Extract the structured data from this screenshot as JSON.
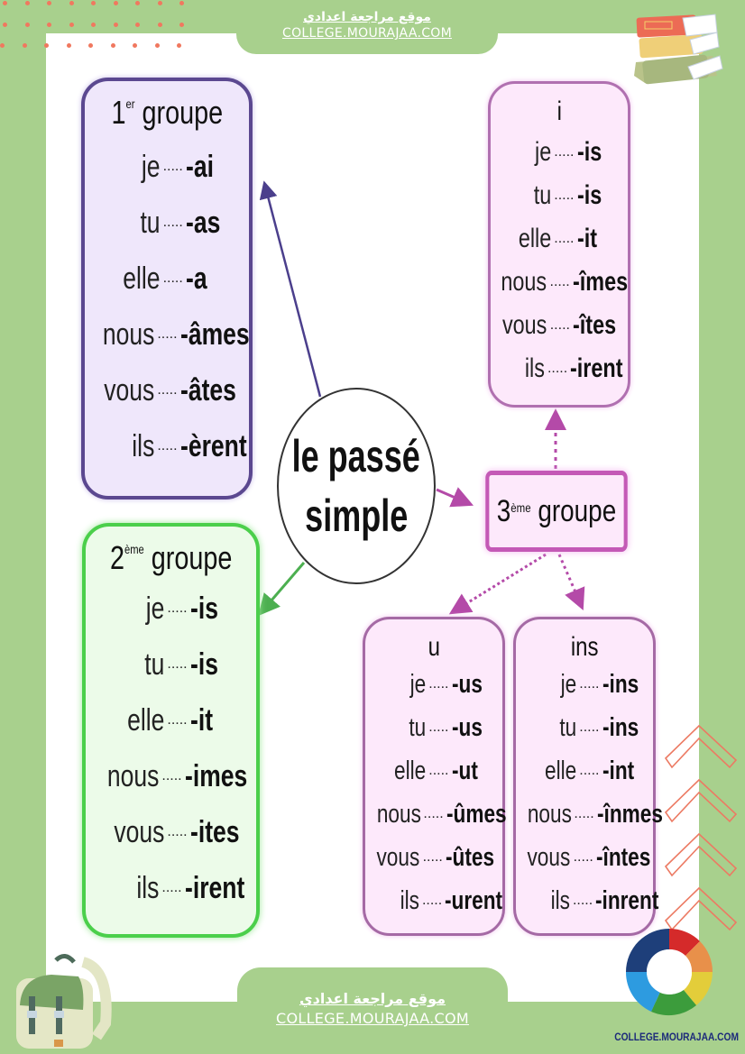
{
  "header": {
    "arabic_title": "موقع مراجعة اعدادي",
    "url": "COLLEGE.MOURAJAA.COM"
  },
  "footer": {
    "arabic_title": "موقع مراجعة اعدادي",
    "url": "COLLEGE.MOURAJAA.COM",
    "logo_text": "COLLEGE.MOURAJAA.COM"
  },
  "center": {
    "line1": "le passé",
    "line2": "simple"
  },
  "colors": {
    "frame_green": "#a8d08d",
    "group1_border": "#5b4890",
    "group2_border": "#4bcf4b",
    "group3_border": "#c459b6",
    "dots_coral": "#f0785f"
  },
  "groups": {
    "g1": {
      "num": "1",
      "sup": "er",
      "word": "groupe",
      "rows": [
        {
          "pron": "je",
          "dots": ".....",
          "end": "-ai"
        },
        {
          "pron": "tu",
          "dots": ".....",
          "end": "-as"
        },
        {
          "pron": "elle",
          "dots": ".....",
          "end": "-a"
        },
        {
          "pron": "nous",
          "dots": ".....",
          "end": "-âmes"
        },
        {
          "pron": "vous",
          "dots": ".....",
          "end": "-âtes"
        },
        {
          "pron": "ils",
          "dots": ".....",
          "end": "-èrent"
        }
      ]
    },
    "g2": {
      "num": "2",
      "sup": "ème",
      "word": "groupe",
      "rows": [
        {
          "pron": "je",
          "dots": ".....",
          "end": "-is"
        },
        {
          "pron": "tu",
          "dots": ".....",
          "end": "-is"
        },
        {
          "pron": "elle",
          "dots": ".....",
          "end": "-it"
        },
        {
          "pron": "nous",
          "dots": ".....",
          "end": "-imes"
        },
        {
          "pron": "vous",
          "dots": ".....",
          "end": "-ites"
        },
        {
          "pron": "ils",
          "dots": ".....",
          "end": "-irent"
        }
      ]
    },
    "g3": {
      "num": "3",
      "sup": "ème",
      "word": "groupe"
    },
    "i": {
      "title": "i",
      "rows": [
        {
          "pron": "je",
          "dots": ".....",
          "end": "-is"
        },
        {
          "pron": "tu",
          "dots": ".....",
          "end": "-is"
        },
        {
          "pron": "elle",
          "dots": ".....",
          "end": "-it"
        },
        {
          "pron": "nous",
          "dots": ".....",
          "end": "-îmes"
        },
        {
          "pron": "vous",
          "dots": ".....",
          "end": "-îtes"
        },
        {
          "pron": "ils",
          "dots": ".....",
          "end": "-irent"
        }
      ]
    },
    "u": {
      "title": "u",
      "rows": [
        {
          "pron": "je",
          "dots": ".....",
          "end": "-us"
        },
        {
          "pron": "tu",
          "dots": ".....",
          "end": "-us"
        },
        {
          "pron": "elle",
          "dots": ".....",
          "end": "-ut"
        },
        {
          "pron": "nous",
          "dots": ".....",
          "end": "-ûmes"
        },
        {
          "pron": "vous",
          "dots": ".....",
          "end": "-ûtes"
        },
        {
          "pron": "ils",
          "dots": ".....",
          "end": "-urent"
        }
      ]
    },
    "ins": {
      "title": "ins",
      "rows": [
        {
          "pron": "je",
          "dots": ".....",
          "end": "-ins"
        },
        {
          "pron": "tu",
          "dots": ".....",
          "end": "-ins"
        },
        {
          "pron": "elle",
          "dots": ".....",
          "end": "-int"
        },
        {
          "pron": "nous",
          "dots": ".....",
          "end": "-înmes"
        },
        {
          "pron": "vous",
          "dots": ".....",
          "end": "-întes"
        },
        {
          "pron": "ils",
          "dots": ".....",
          "end": "-inrent"
        }
      ]
    }
  }
}
